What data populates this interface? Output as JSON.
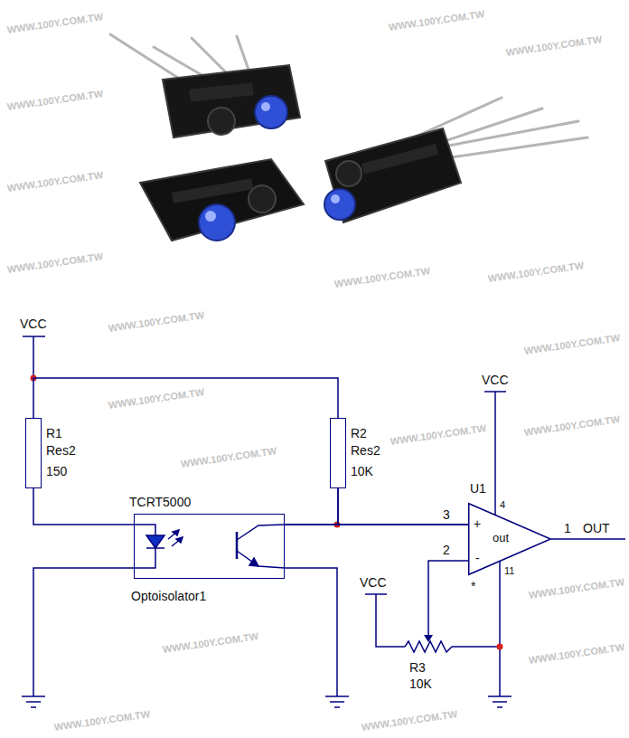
{
  "diagram": {
    "nodes": [
      {
        "text": [
          "R1",
          "Res2",
          "150"
        ]
      },
      {
        "text": [
          "R2",
          "Res2",
          "10K"
        ]
      },
      {
        "text": [
          "TCRT5000",
          "Optoisolator1"
        ]
      },
      {
        "text": [
          "U1",
          "out"
        ]
      }
    ],
    "edges": [
      {
        "from": 0,
        "to": 1,
        "arrow": "none"
      },
      {
        "from": 0,
        "to": 2,
        "arrow": "none"
      },
      {
        "from": 1,
        "to": 2,
        "arrow": "none"
      },
      {
        "from": 1,
        "to": 3,
        "arrow": "none"
      },
      {
        "from": 2,
        "to": 3,
        "arrow": "none"
      }
    ],
    "labels": [
      "VCC",
      "VCC",
      "VCC",
      "R3",
      "10K",
      "3",
      "2",
      "1",
      "OUT",
      "+",
      "-",
      "4",
      "11",
      "*",
      "WWW.100Y.COM.TW",
      "WWW.100Y.COM.TW",
      "WWW.100Y.COM.TW",
      "WWW.100Y.COM.TW",
      "WWW.100Y.COM.TW",
      "WWW.100Y.COM.TW",
      "WWW.100Y.COM.TW",
      "WWW.100Y.COM.TW",
      "WWW.100Y.COM.TW",
      "WWW.100Y.COM.TW",
      "WWW.100Y.COM.TW",
      "WWW.100Y.COM.TW",
      "WWW.100Y.COM.TW",
      "WWW.100Y.COM.TW",
      "WWW.100Y.COM.TW",
      "WWW.100Y.COM.TW",
      "WWW.100Y.COM.TW",
      "WWW.100Y.COM.TW",
      "WWW.100Y.COM.TW"
    ]
  }
}
